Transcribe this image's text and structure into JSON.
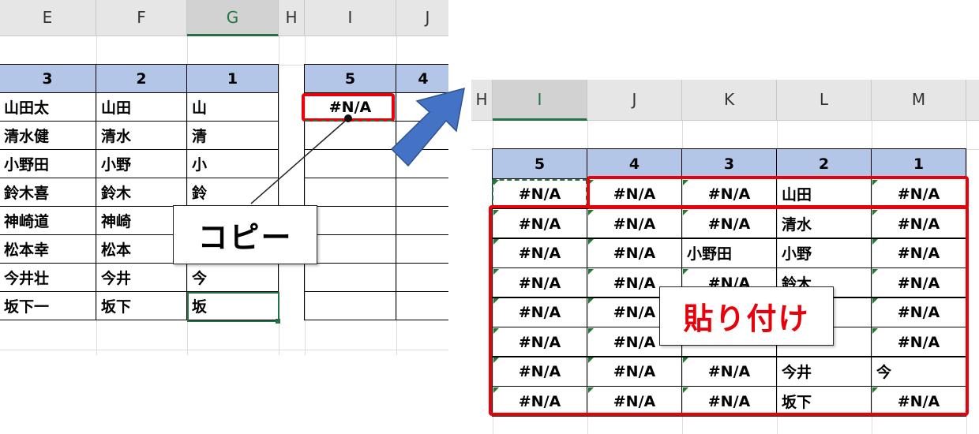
{
  "left_sheet": {
    "col_headers": [
      "E",
      "F",
      "G",
      "H",
      "I",
      "J"
    ],
    "selected_col": "G",
    "header_row": [
      "3",
      "2",
      "1",
      "5",
      "4"
    ],
    "rows": [
      [
        "山田太",
        "山田",
        "山"
      ],
      [
        "清水健",
        "清水",
        "清"
      ],
      [
        "小野田",
        "小野",
        "小"
      ],
      [
        "鈴木喜",
        "鈴木",
        "鈴"
      ],
      [
        "神崎道",
        "神崎",
        ""
      ],
      [
        "松本幸",
        "松本",
        ""
      ],
      [
        "今井壮",
        "今井",
        "今"
      ],
      [
        "坂下一",
        "坂下",
        "坂"
      ]
    ],
    "copied_cell": "#N/A"
  },
  "right_sheet": {
    "col_headers": [
      "H",
      "I",
      "J",
      "K",
      "L",
      "M"
    ],
    "selected_col": "I",
    "header_row": [
      "5",
      "4",
      "3",
      "2",
      "1"
    ],
    "rows": [
      [
        "#N/A",
        "#N/A",
        "#N/A",
        "山田",
        "#N/A"
      ],
      [
        "#N/A",
        "#N/A",
        "#N/A",
        "清水",
        "#N/A"
      ],
      [
        "#N/A",
        "#N/A",
        "小野田",
        "小野",
        "#N/A"
      ],
      [
        "#N/A",
        "#N/A",
        "#N/A",
        "鈴木",
        "#N/A"
      ],
      [
        "#N/A",
        "#N/A",
        "",
        "",
        "#N/A"
      ],
      [
        "#N/A",
        "#N/A",
        "",
        "",
        "#N/A"
      ],
      [
        "#N/A",
        "#N/A",
        "#N/A",
        "今井",
        "今"
      ],
      [
        "#N/A",
        "#N/A",
        "#N/A",
        "坂下",
        "#N/A"
      ]
    ]
  },
  "callouts": {
    "copy_label": "コピー",
    "paste_label": "貼り付け"
  },
  "colors": {
    "header_fill": "#b4c6e7",
    "highlight_red": "#e8000b",
    "arrow_blue": "#4472c4",
    "error_marker_green": "#1e7b34"
  }
}
